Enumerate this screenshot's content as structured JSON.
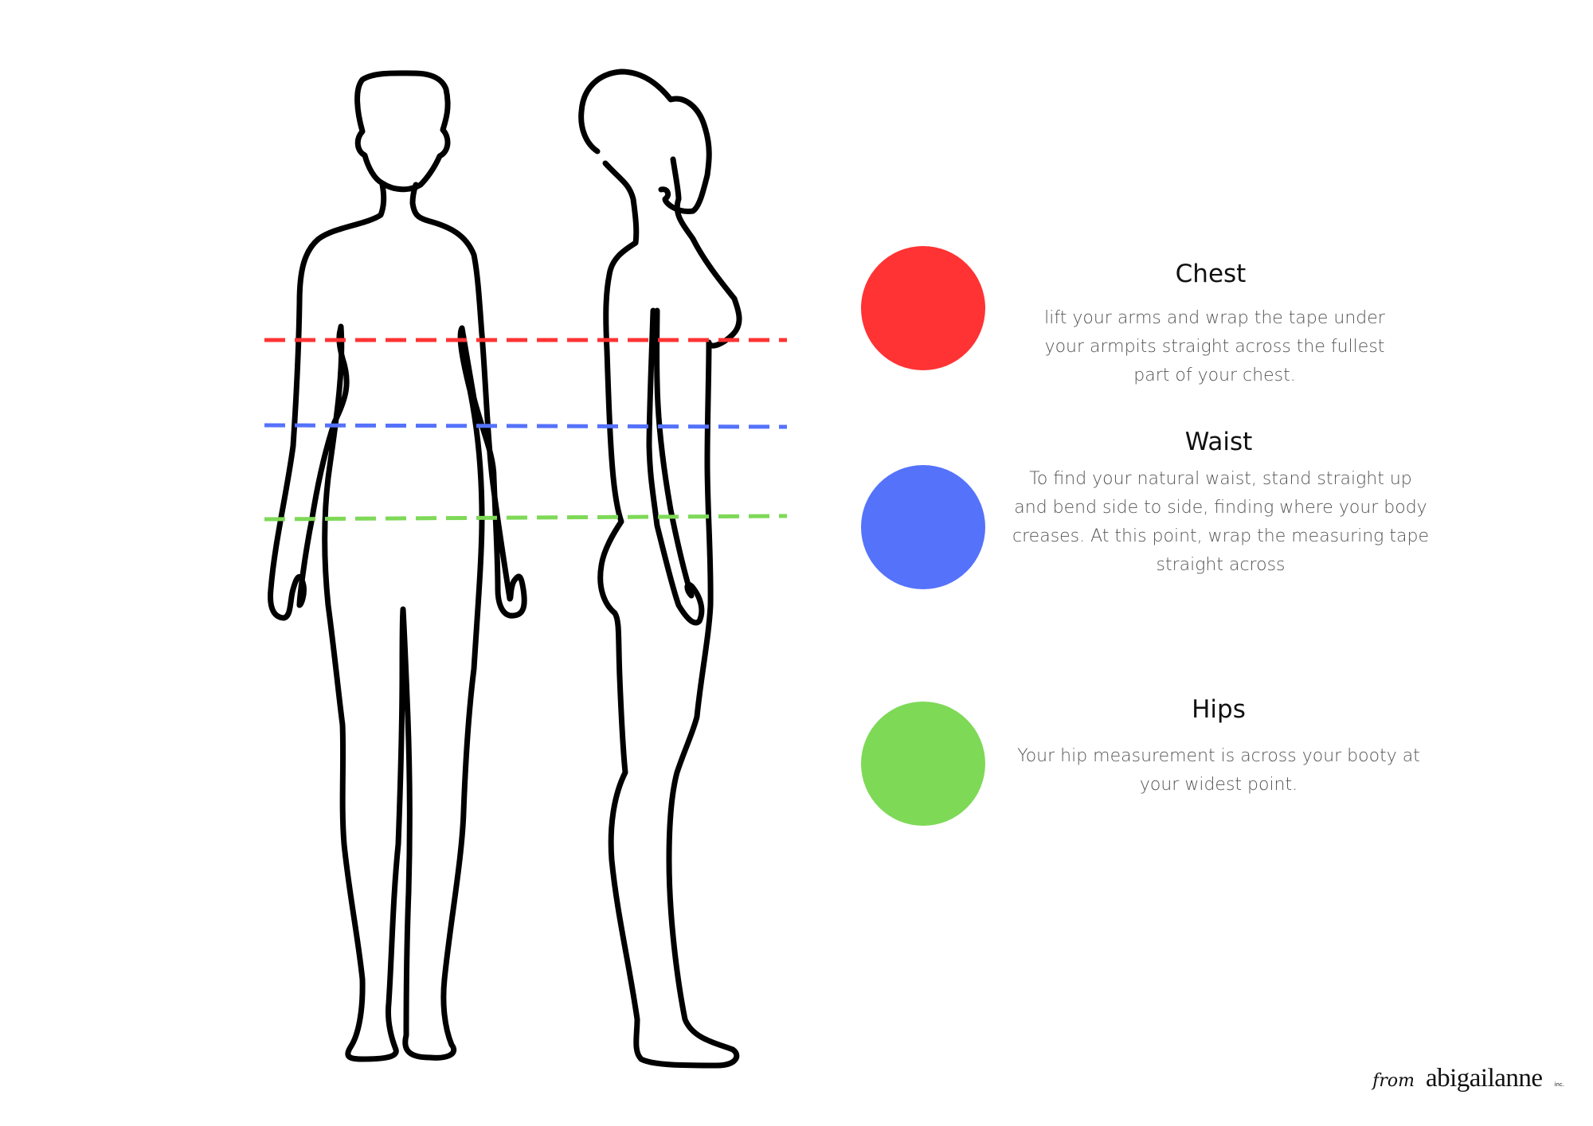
{
  "colors": {
    "chest": "#ff3333",
    "waist": "#5572fb",
    "hips": "#7ed957",
    "outline": "#000000"
  },
  "measurements": [
    {
      "key": "chest",
      "title": "Chest",
      "description": "lift your arms and wrap the tape under your armpits straight across the fullest part of your chest."
    },
    {
      "key": "waist",
      "title": "Waist",
      "description": "To find your natural waist, stand straight up and bend side to side, finding where your body creases. At this point, wrap the measuring tape straight across"
    },
    {
      "key": "hips",
      "title": "Hips",
      "description": "Your hip measurement is across your booty at your widest point."
    }
  ],
  "brand": {
    "prefix": "from",
    "name": "abigailanne",
    "suffix": "inc."
  }
}
